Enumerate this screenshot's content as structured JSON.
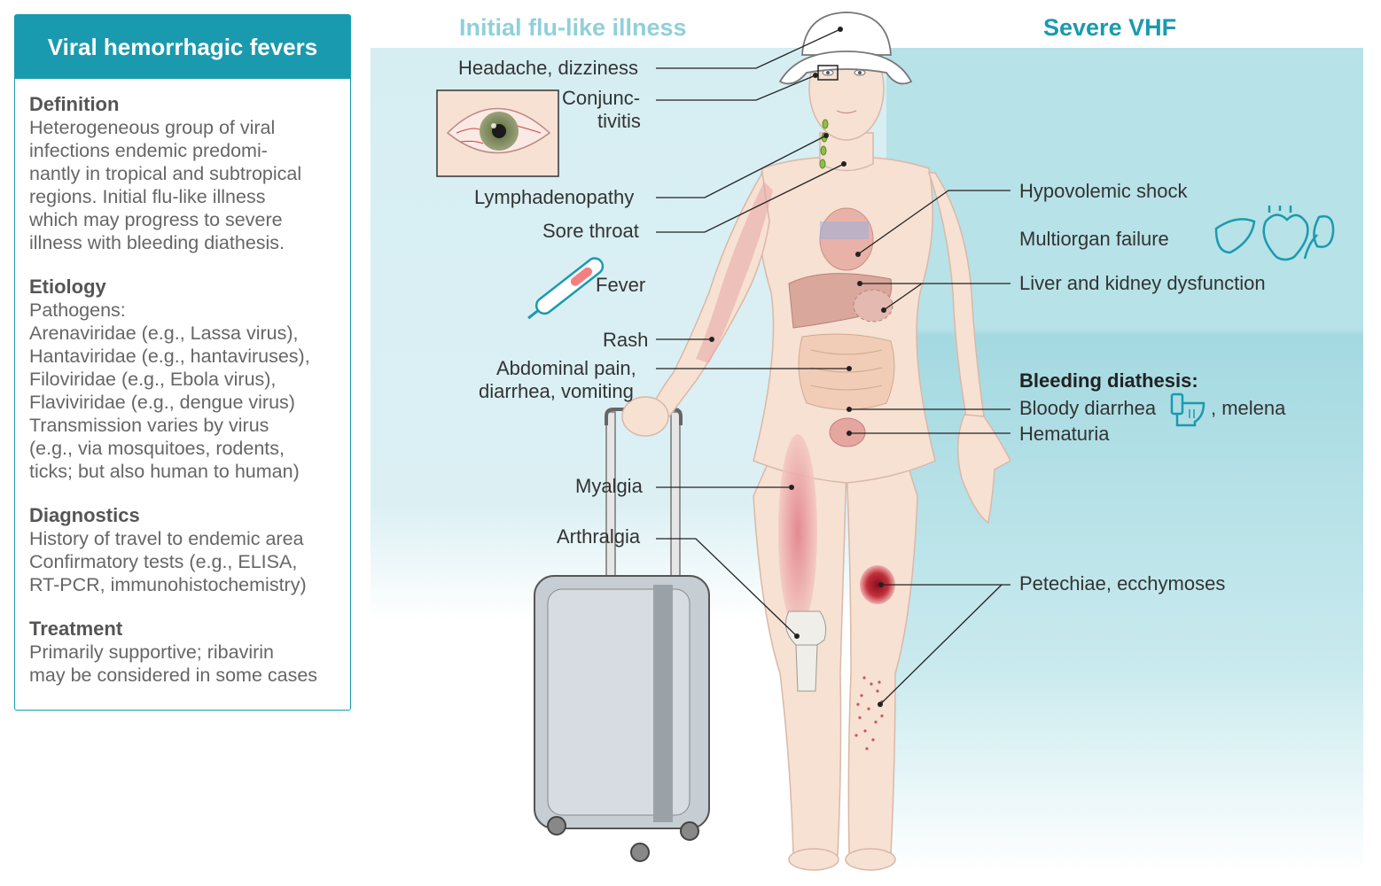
{
  "panel": {
    "title": "Viral hemorrhagic fevers",
    "sections": [
      {
        "title": "Definition",
        "lines": [
          "Heterogeneous group of viral",
          "infections endemic predomi-",
          "nantly in tropical and subtropical",
          "regions. Initial flu-like illness",
          "which may progress to severe",
          "illness with bleeding diathesis."
        ]
      },
      {
        "title": "Etiology",
        "lines": [
          "Pathogens:",
          "Arenaviridae (e.g., Lassa virus),",
          "Hantaviridae (e.g., hantaviruses),",
          "Filoviridae (e.g., Ebola virus),",
          "Flaviviridae (e.g., dengue virus)",
          "Transmission varies by virus",
          "(e.g., via mosquitoes, rodents,",
          "ticks; but also human to human)"
        ]
      },
      {
        "title": "Diagnostics",
        "lines": [
          "History of travel to endemic area",
          "Confirmatory tests (e.g., ELISA,",
          "RT-PCR, immunohistochemistry)"
        ]
      },
      {
        "title": "Treatment",
        "lines": [
          "Primarily supportive; ribavirin",
          "may be considered in some cases"
        ]
      }
    ]
  },
  "headings": {
    "initial": "Initial flu-like illness",
    "severe": "Severe VHF"
  },
  "labels": {
    "headache": "Headache, dizziness",
    "conj1": "Conjunc-",
    "conj2": "tivitis",
    "lymph": "Lymphadenopathy",
    "throat": "Sore throat",
    "fever": "Fever",
    "rash": "Rash",
    "abd1": "Abdominal pain,",
    "abd2": "diarrhea, vomiting",
    "myalgia": "Myalgia",
    "arthralgia": "Arthralgia",
    "hypovolemic": "Hypovolemic shock",
    "multiorgan": "Multiorgan failure",
    "liver_kidney": "Liver and kidney dysfunction",
    "bleeding": "Bleeding diathesis:",
    "bloody": "Bloody diarrhea",
    "melena": ", melena",
    "hematuria": "Hematuria",
    "petechiae": "Petechiae, ecchymoses"
  },
  "colors": {
    "accent": "#1a9aae",
    "heading_light": "#8fd0da",
    "skin": "#f7e1d3",
    "skin_outline": "#d9b8a8",
    "blood": "#b02030"
  },
  "icons": [
    "thermometer-icon",
    "liver-icon",
    "heart-icon",
    "kidney-icon",
    "toilet-icon"
  ]
}
